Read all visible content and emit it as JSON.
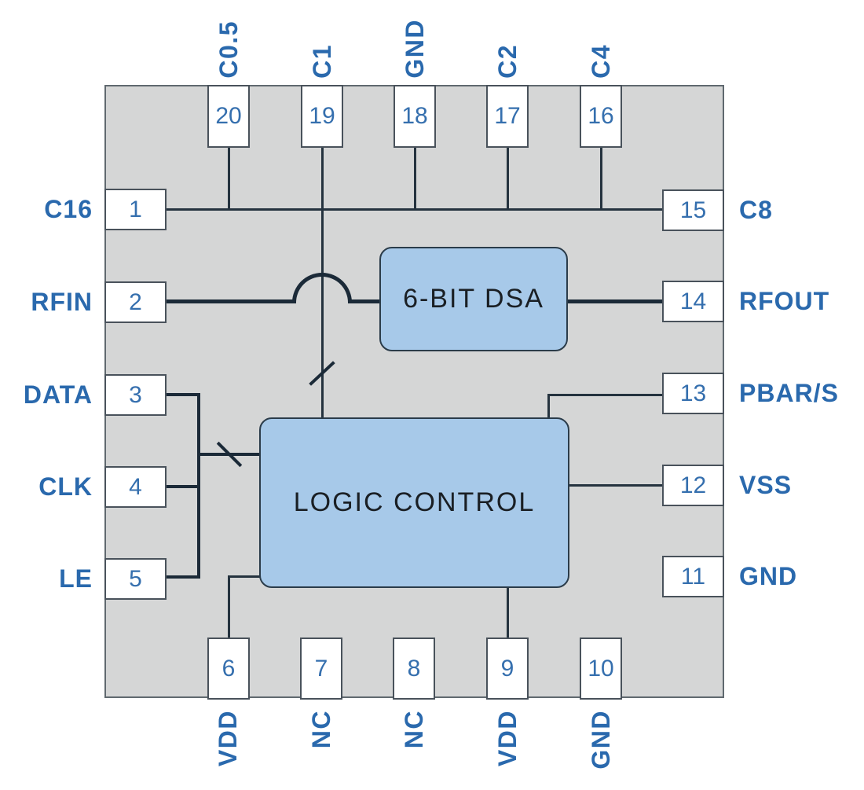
{
  "diagram": {
    "type": "ic-pinout-block-diagram",
    "blocks": {
      "dsa": {
        "label": "6-BIT DSA"
      },
      "logic": {
        "label": "LOGIC CONTROL"
      }
    },
    "pins": {
      "top": [
        {
          "number": "20",
          "label": "C0.5"
        },
        {
          "number": "19",
          "label": "C1"
        },
        {
          "number": "18",
          "label": "GND"
        },
        {
          "number": "17",
          "label": "C2"
        },
        {
          "number": "16",
          "label": "C4"
        }
      ],
      "left": [
        {
          "number": "1",
          "label": "C16"
        },
        {
          "number": "2",
          "label": "RFIN"
        },
        {
          "number": "3",
          "label": "DATA"
        },
        {
          "number": "4",
          "label": "CLK"
        },
        {
          "number": "5",
          "label": "LE"
        }
      ],
      "right": [
        {
          "number": "15",
          "label": "C8"
        },
        {
          "number": "14",
          "label": "RFOUT"
        },
        {
          "number": "13",
          "label": "PBAR/S"
        },
        {
          "number": "12",
          "label": "VSS"
        },
        {
          "number": "11",
          "label": "GND"
        }
      ],
      "bottom": [
        {
          "number": "6",
          "label": "VDD"
        },
        {
          "number": "7",
          "label": "NC"
        },
        {
          "number": "8",
          "label": "NC"
        },
        {
          "number": "9",
          "label": "VDD"
        },
        {
          "number": "10",
          "label": "GND"
        }
      ]
    },
    "colors": {
      "label_blue": "#2a69ad",
      "number_blue": "#356fae",
      "chip_fill": "#d5d6d6",
      "chip_border": "#60696f",
      "block_fill": "#a7c9e9",
      "block_border": "#2b3c4a",
      "wire": "#1b2a38"
    }
  }
}
